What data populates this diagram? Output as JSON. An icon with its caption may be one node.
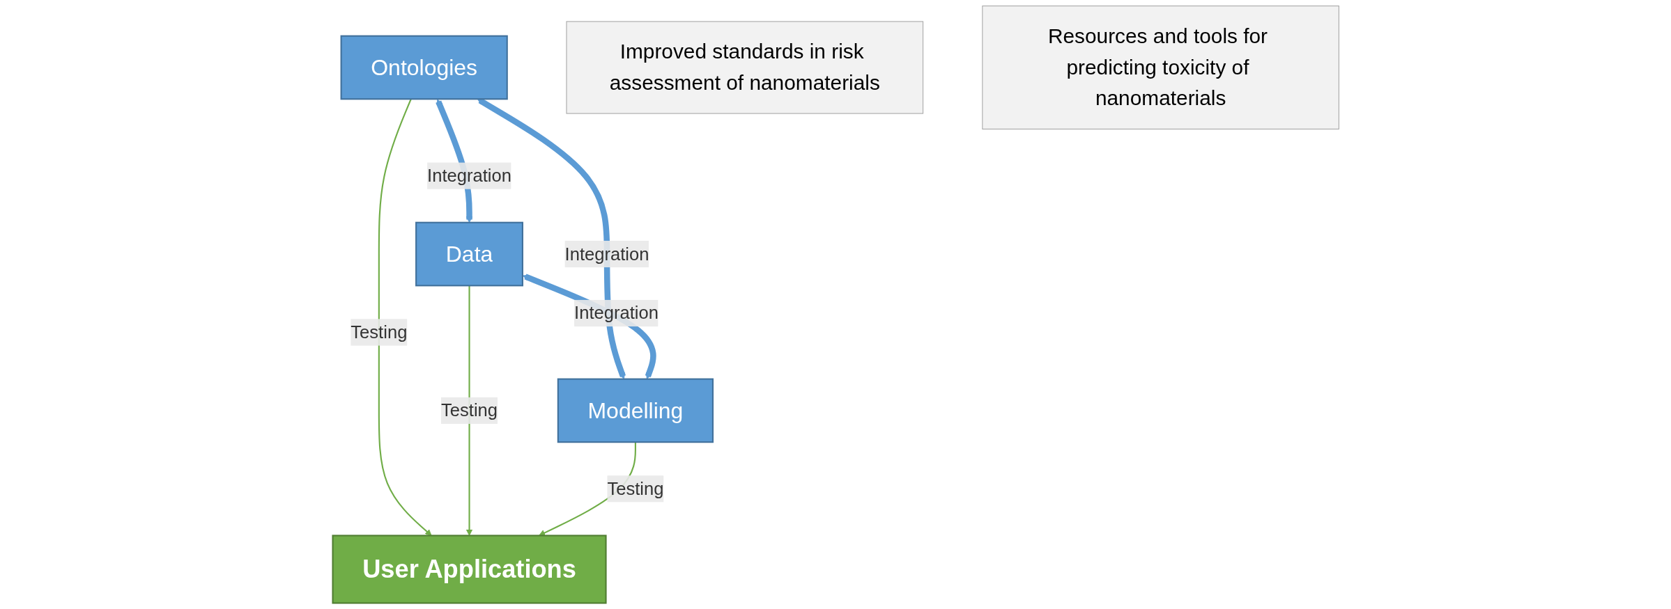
{
  "diagram": {
    "nodes": [
      {
        "text": [
          "Ontologies"
        ]
      },
      {
        "text": [
          "User Applications"
        ]
      },
      {
        "text": [
          "Data"
        ]
      },
      {
        "text": [
          "Modelling"
        ]
      },
      {
        "text": [
          "Improved standards in risk assessment of nanomaterials"
        ]
      },
      {
        "text": [
          "Resources and tools for predicting toxicity of nanomaterials"
        ]
      }
    ],
    "edges": [
      {
        "from": 0,
        "to": 2,
        "arrow": "both",
        "label": "Integration",
        "style": "thick",
        "color": "#5b9bd5"
      },
      {
        "from": 0,
        "to": 3,
        "arrow": "both",
        "label": "Integration",
        "style": "thick",
        "color": "#5b9bd5"
      },
      {
        "from": 2,
        "to": 3,
        "arrow": "both",
        "label": "Integration",
        "style": "thick",
        "color": "#5b9bd5"
      },
      {
        "from": 0,
        "to": 1,
        "arrow": "to",
        "label": "Testing",
        "color": "#70ad47"
      },
      {
        "from": 2,
        "to": 1,
        "arrow": "to",
        "label": "Testing",
        "color": "#70ad47"
      },
      {
        "from": 3,
        "to": 1,
        "arrow": "to",
        "label": "Testing",
        "color": "#70ad47"
      }
    ]
  }
}
